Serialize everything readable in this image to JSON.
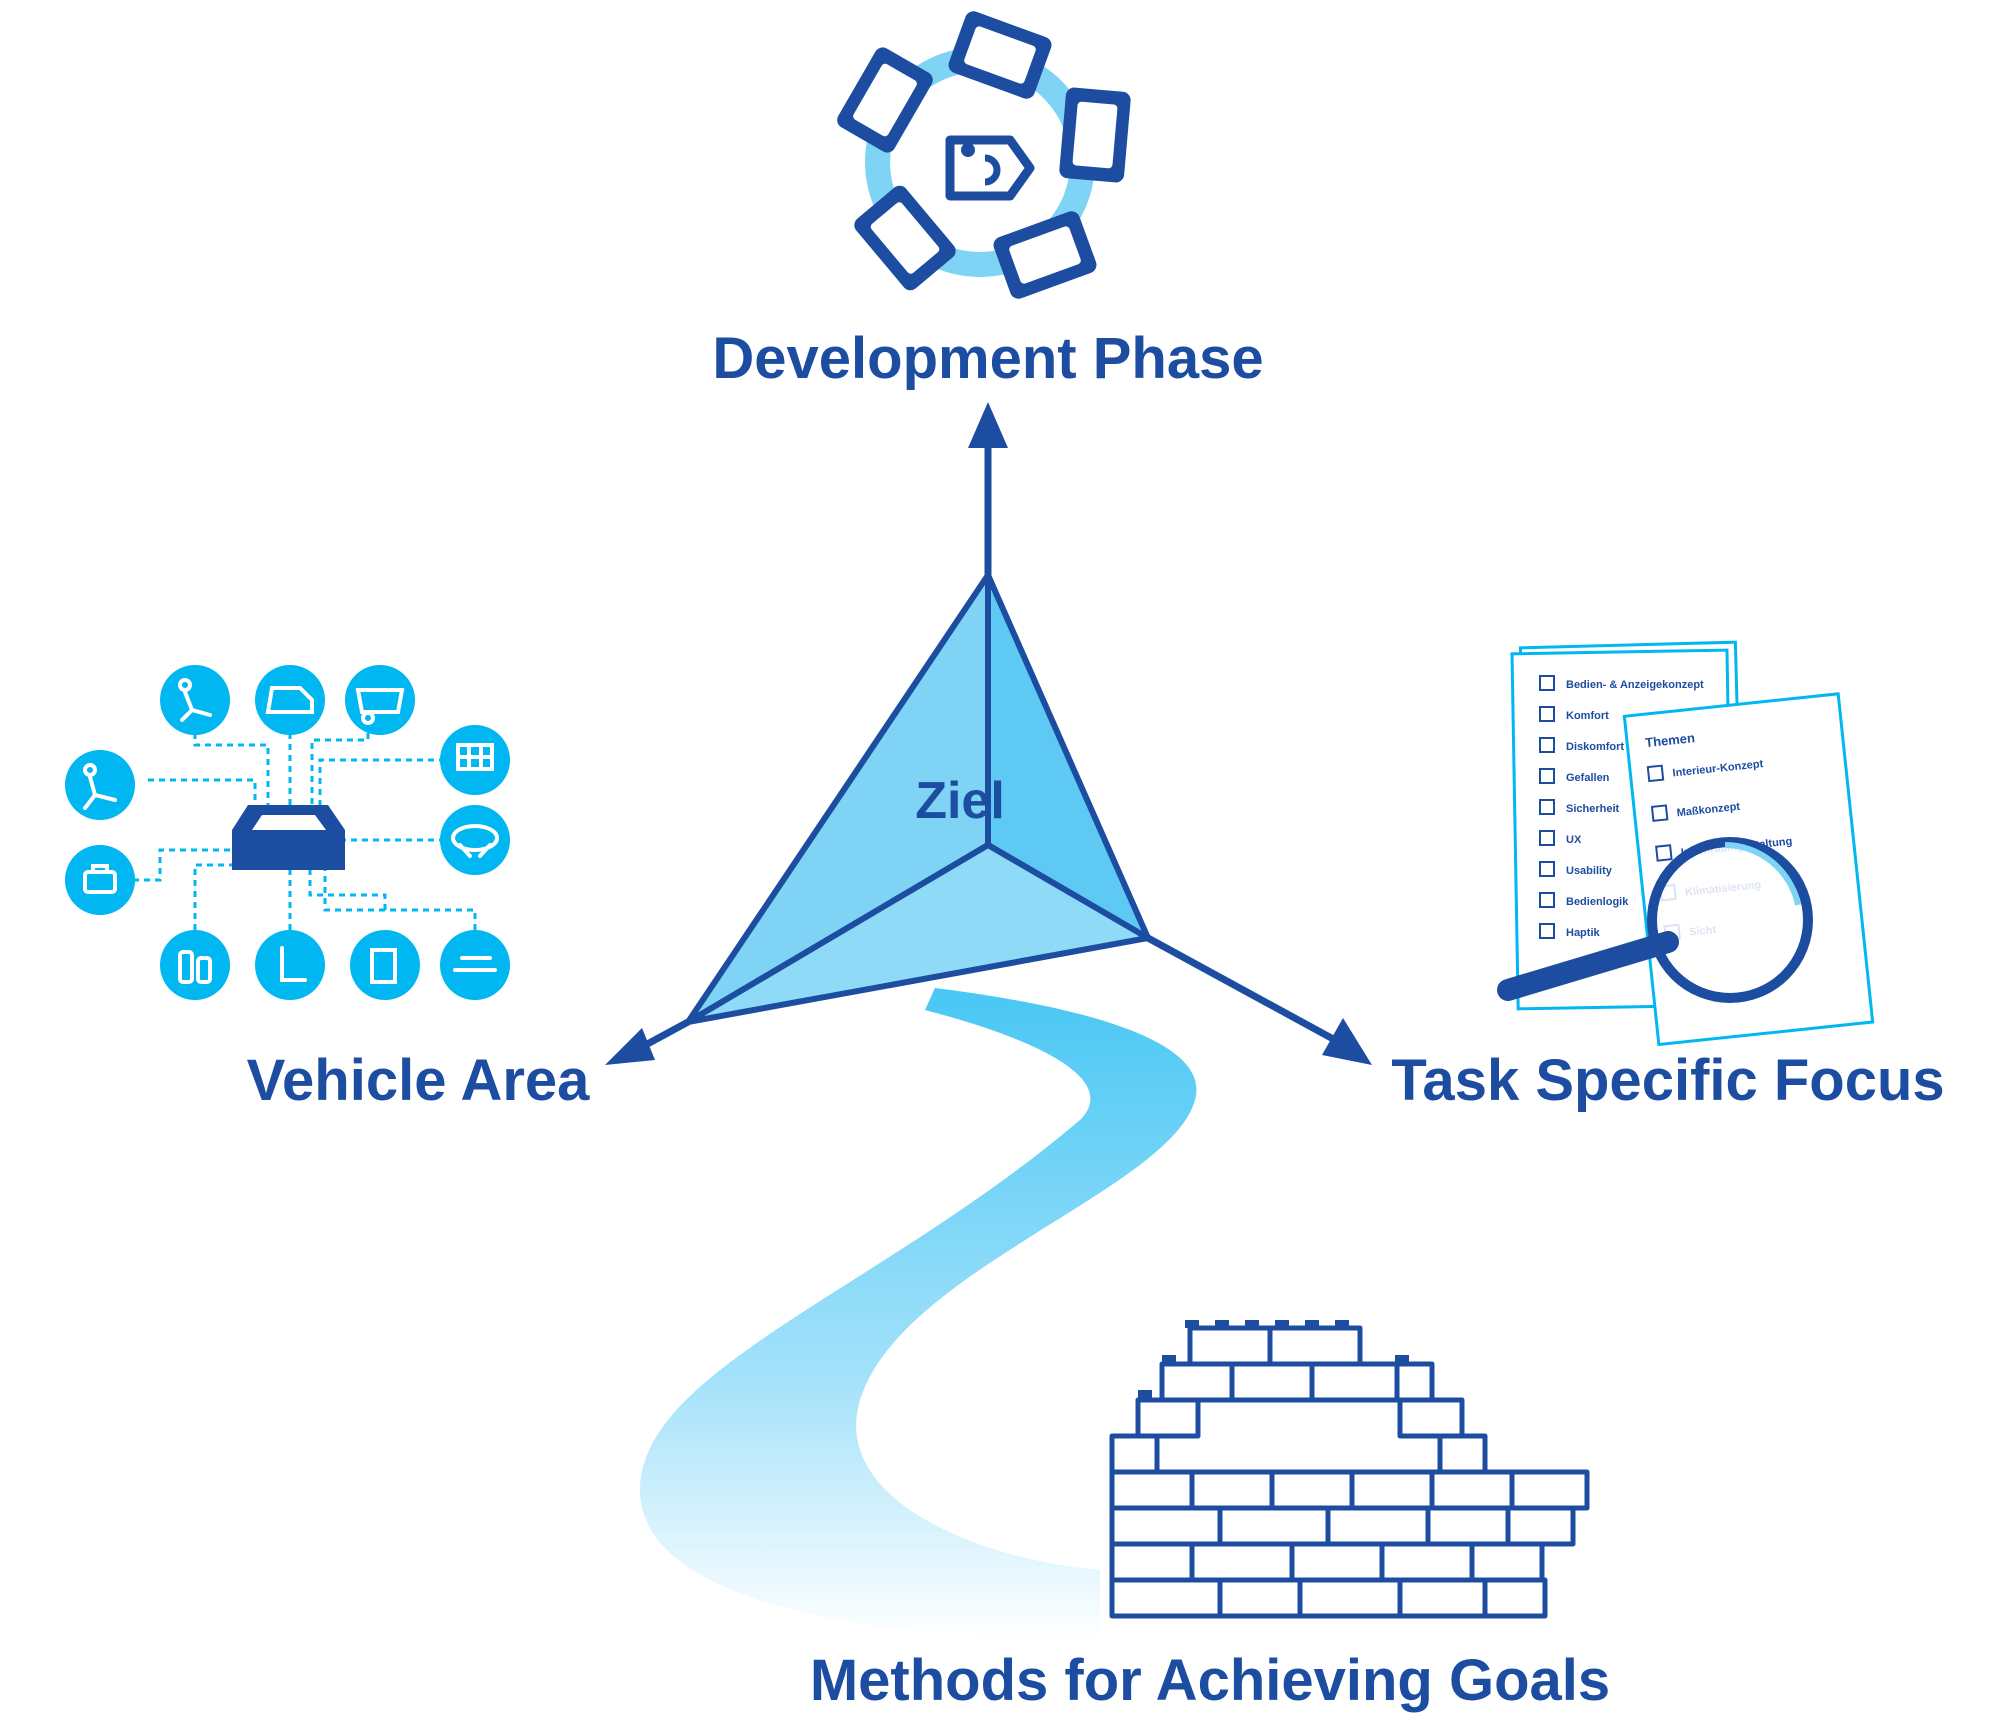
{
  "labels": {
    "top": "Development Phase",
    "left": "Vehicle Area",
    "right": "Task Specific Focus",
    "bottom": "Methods for Achieving Goals",
    "center": "Ziel"
  },
  "checklist": {
    "items": [
      "Bedien- & Anzeigekonzept",
      "Komfort",
      "Diskomfort",
      "Gefallen",
      "Sicherheit",
      "UX",
      "Usability",
      "Bedienlogik",
      "Haptik"
    ]
  },
  "topics_sheet": {
    "heading": "Themen",
    "items": [
      "Interieur-Konzept",
      "Maßkonzept",
      "Innenraumgestaltung",
      "Klimatisierung",
      "Sicht"
    ]
  },
  "vehicle_icons": [
    "driver-posture-icon",
    "side-window-icon",
    "mirror-view-icon",
    "rear-passenger-icon",
    "touchscreen-icon",
    "luggage-icon",
    "steering-wheel-icon",
    "bottles-icon",
    "seat-icon",
    "door-panel-icon",
    "hand-control-icon"
  ],
  "colors": {
    "dark_blue": "#1c4da1",
    "light_blue": "#00b7f1",
    "pyramid_fill": "#7fd4f5",
    "pyramid_face": "#a9e3fa"
  }
}
